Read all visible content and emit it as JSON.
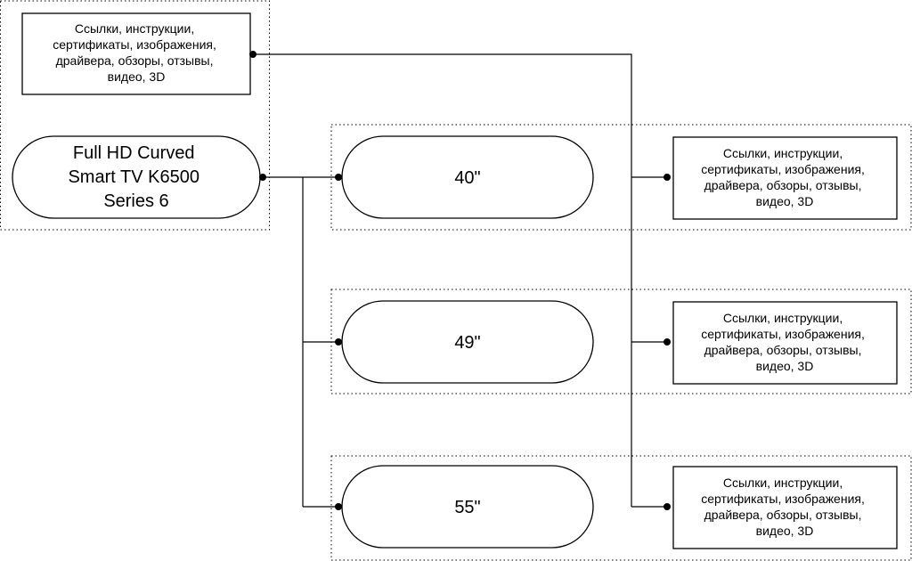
{
  "diagram": {
    "model": {
      "lines": [
        "Full HD Curved",
        "Smart TV K6500",
        "Series 6"
      ]
    },
    "sizes": [
      {
        "label": "40\""
      },
      {
        "label": "49\""
      },
      {
        "label": "55\""
      }
    ],
    "resource_boxes": [
      {
        "lines": [
          "Ссылки, инструкции,",
          "сертификаты, изображения,",
          "драйвера, обзоры, отзывы,",
          "видео, 3D"
        ]
      },
      {
        "lines": [
          "Ссылки, инструкции,",
          "сертификаты, изображения,",
          "драйвера, обзоры, отзывы,",
          "видео, 3D"
        ]
      },
      {
        "lines": [
          "Ссылки, инструкции,",
          "сертификаты, изображения,",
          "драйвера, обзоры, отзывы,",
          "видео, 3D"
        ]
      },
      {
        "lines": [
          "Ссылки, инструкции,",
          "сертификаты, изображения,",
          "драйвера, обзоры, отзывы,",
          "видео, 3D"
        ]
      }
    ]
  }
}
